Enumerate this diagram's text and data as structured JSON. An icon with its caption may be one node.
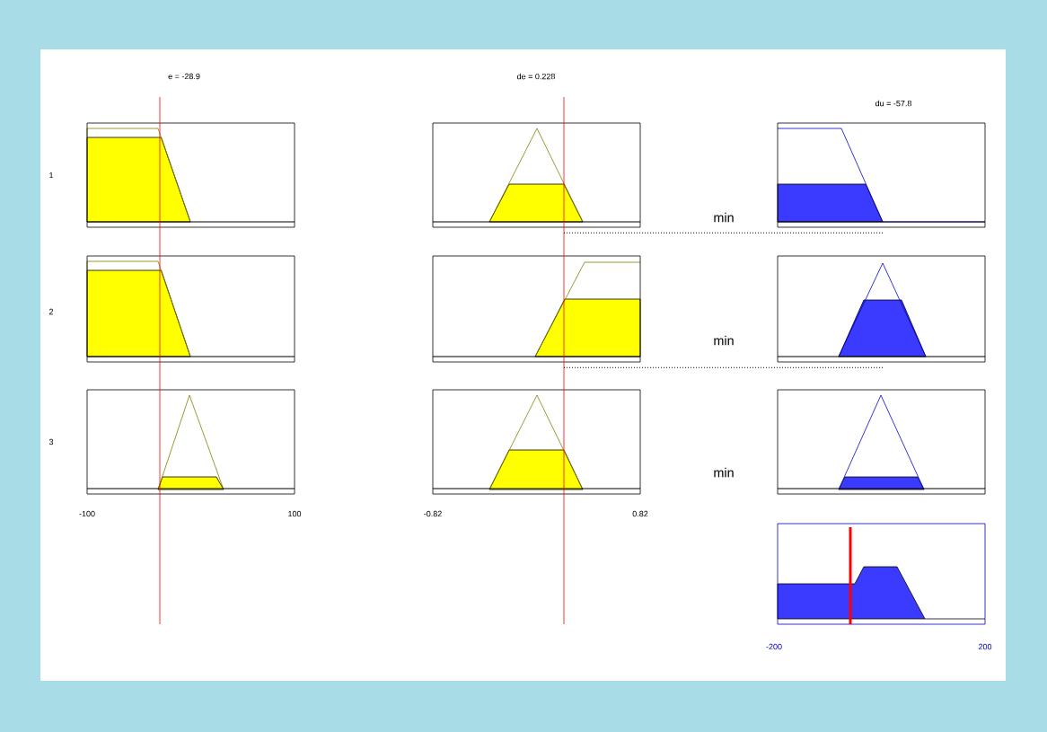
{
  "diagram": {
    "nodes": [
      {
        "text": [],
        "shape": "box"
      },
      {
        "text": [],
        "shape": "box"
      },
      {
        "text": [],
        "shape": "box"
      },
      {
        "text": [],
        "shape": "box"
      },
      {
        "text": [],
        "shape": "box"
      },
      {
        "text": [],
        "shape": "box"
      },
      {
        "text": [],
        "shape": "box"
      },
      {
        "text": [],
        "shape": "box"
      },
      {
        "text": [],
        "shape": "box"
      },
      {
        "text": [],
        "shape": "box"
      }
    ],
    "edges": [
      {
        "from": 1,
        "to": 2,
        "arrow": "none",
        "style": "dashed"
      },
      {
        "from": 4,
        "to": 5,
        "arrow": "none",
        "style": "dashed"
      }
    ],
    "labels": [
      "e = -28.9",
      "de = 0.228",
      "du = -57.8",
      "1",
      "min",
      "2",
      "min",
      "3",
      "min",
      "-100",
      "100",
      "-0.82",
      "0.82",
      "-200",
      "200"
    ]
  }
}
